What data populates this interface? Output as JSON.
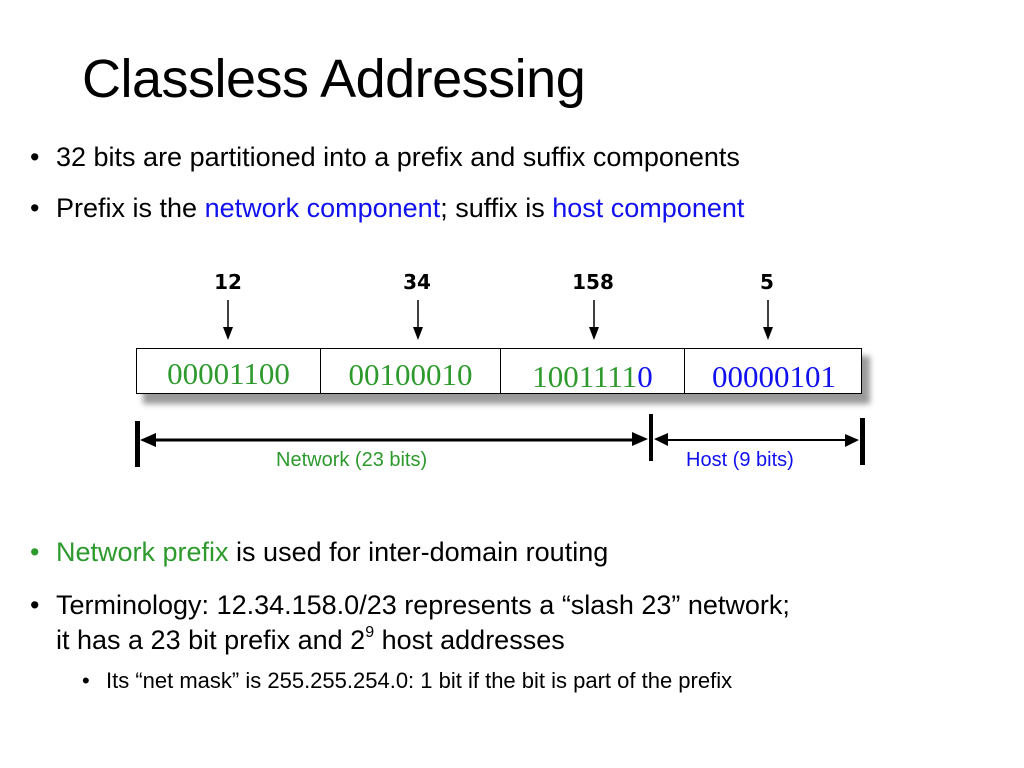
{
  "slide": {
    "title": "Classless Addressing",
    "bullet_char": "•",
    "bullets_top": [
      {
        "text": "32 bits are partitioned into a prefix and suffix components"
      },
      {
        "pre": "Prefix is the ",
        "hl1": "network component",
        "mid": "; suffix is ",
        "hl2": "host component"
      }
    ],
    "bullets_bottom": [
      {
        "hl": "Network prefix",
        "rest": " is used for inter-domain routing"
      },
      {
        "line1": "Terminology: 12.34.158.0/23 represents a “slash 23” network;",
        "line2_pre": "it has a 23 bit prefix and 2",
        "line2_sup": "9",
        "line2_post": " host addresses"
      }
    ],
    "sub_bullet": "Its “net mask” is 255.255.254.0: 1 bit if the bit is part of the prefix"
  },
  "diagram": {
    "octets": [
      {
        "decimal": "12",
        "binary": "00001100"
      },
      {
        "decimal": "34",
        "binary": "00100010"
      },
      {
        "decimal": "158",
        "binary": "10011110"
      },
      {
        "decimal": "5",
        "binary": "00000101"
      }
    ],
    "network_label": "Network (23 bits)",
    "host_label": "Host (9 bits)",
    "colors": {
      "network": "#2e9a2e",
      "host": "#1111ee"
    }
  }
}
